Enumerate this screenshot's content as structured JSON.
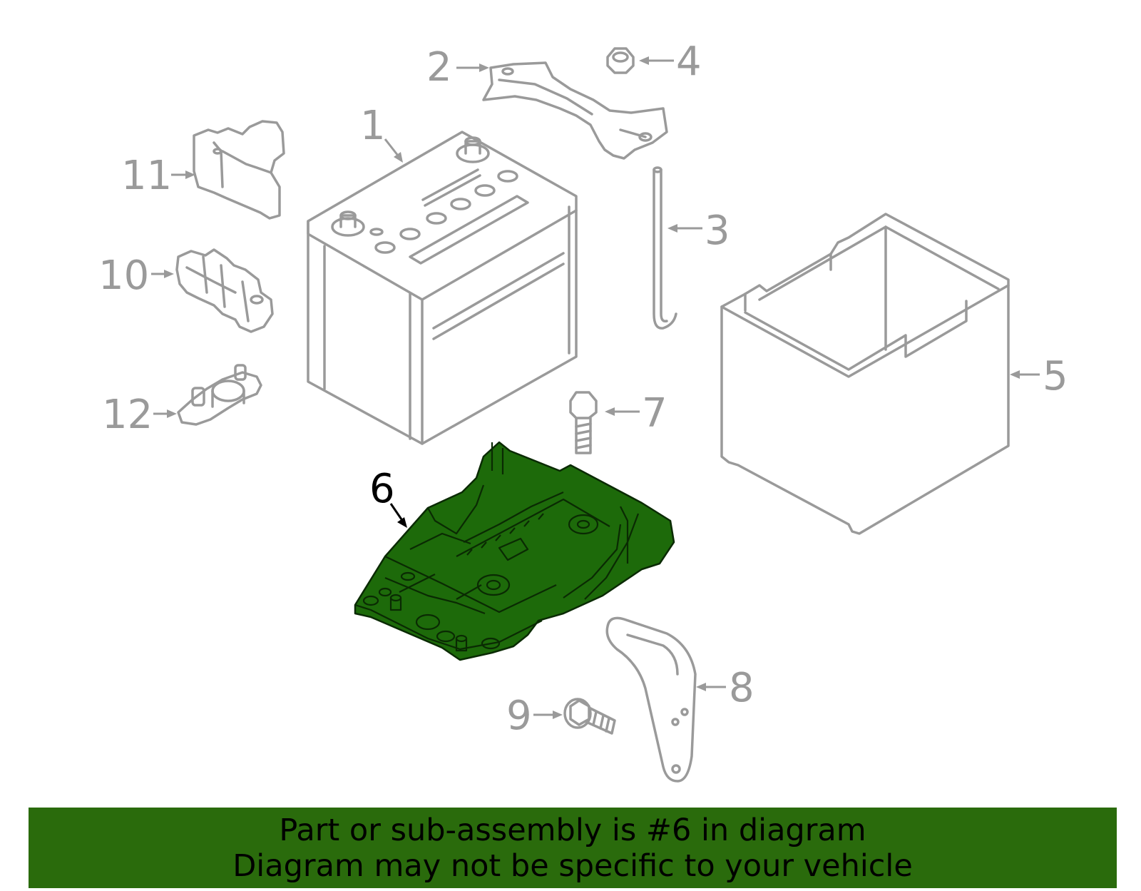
{
  "callouts": {
    "c1": "1",
    "c2": "2",
    "c3": "3",
    "c4": "4",
    "c5": "5",
    "c6": "6",
    "c7": "7",
    "c8": "8",
    "c9": "9",
    "c10": "10",
    "c11": "11",
    "c12": "12"
  },
  "highlight_callout": "6",
  "banner": {
    "line1": "Part or sub-assembly is #6 in diagram",
    "line2": "Diagram may not be specific to your vehicle"
  },
  "colors": {
    "highlight_fill": "#1d6a0a",
    "banner_bg": "#2a6b0c",
    "line_gray": "#9a9a9a"
  }
}
